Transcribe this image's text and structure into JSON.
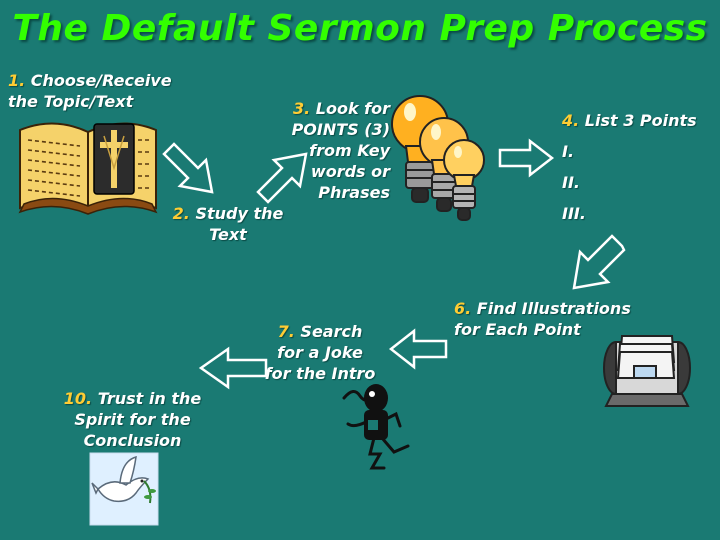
{
  "title": "The Default Sermon Prep Process",
  "steps": {
    "s1": {
      "num": "1.",
      "lines": [
        "Choose/Receive",
        "the  Topic/Text"
      ]
    },
    "s2": {
      "num": "2.",
      "lines": [
        "Study the",
        "Text"
      ]
    },
    "s3": {
      "num": "3.",
      "lines": [
        "Look for",
        "POINTS (3)",
        "from Key",
        "words or",
        "Phrases"
      ]
    },
    "s4": {
      "num": "4.",
      "lines": [
        "List 3 Points",
        "I.",
        "II.",
        "III."
      ]
    },
    "s6": {
      "num": "6.",
      "lines": [
        "Find Illustrations",
        "for Each Point"
      ]
    },
    "s7": {
      "num": "7.",
      "lines": [
        "Search",
        "for a Joke",
        "for the Intro"
      ]
    },
    "s10": {
      "num": "10.",
      "lines": [
        "Trust in the",
        "Spirit for the",
        "Conclusion"
      ]
    }
  },
  "icons": [
    "bible-icon",
    "lightbulbs-icon",
    "rolodex-icon",
    "stick-figure-icon",
    "dove-icon"
  ],
  "colors": {
    "background": "#1a7a73",
    "title": "#33ff00",
    "number": "#ffcc33",
    "text": "#ffffff"
  }
}
